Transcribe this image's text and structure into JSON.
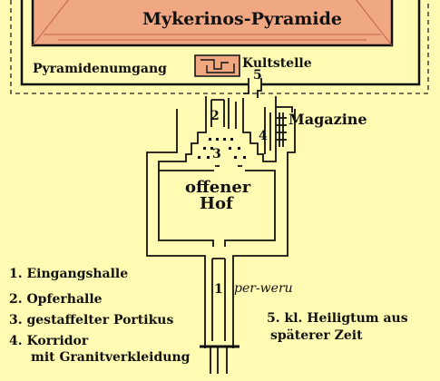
{
  "pyramid_title": "Mykerinos-Pyramide",
  "labels": {
    "enclosure": "Pyramidenumgang",
    "cult_place": "Kultstelle",
    "storerooms": "Magazine",
    "courtyard_line1": "offener",
    "courtyard_line2": "Hof",
    "per_weru": "per-weru"
  },
  "numbers": {
    "n1": "1",
    "n2": "2",
    "n3": "3",
    "n4": "4",
    "n5": "5"
  },
  "legend": [
    "1. Eingangshalle",
    "2. Opferhalle",
    "3. gestaffelter Portikus",
    "4.  Korridor",
    "mit Granitverkleidung"
  ],
  "note5": [
    "5. kl. Heiligtum aus",
    "späterer Zeit"
  ],
  "colors": {
    "background": "#FFFBB3",
    "pyramid": "#F0A882",
    "cult_place": "#F0A882",
    "wall": "#111111"
  }
}
